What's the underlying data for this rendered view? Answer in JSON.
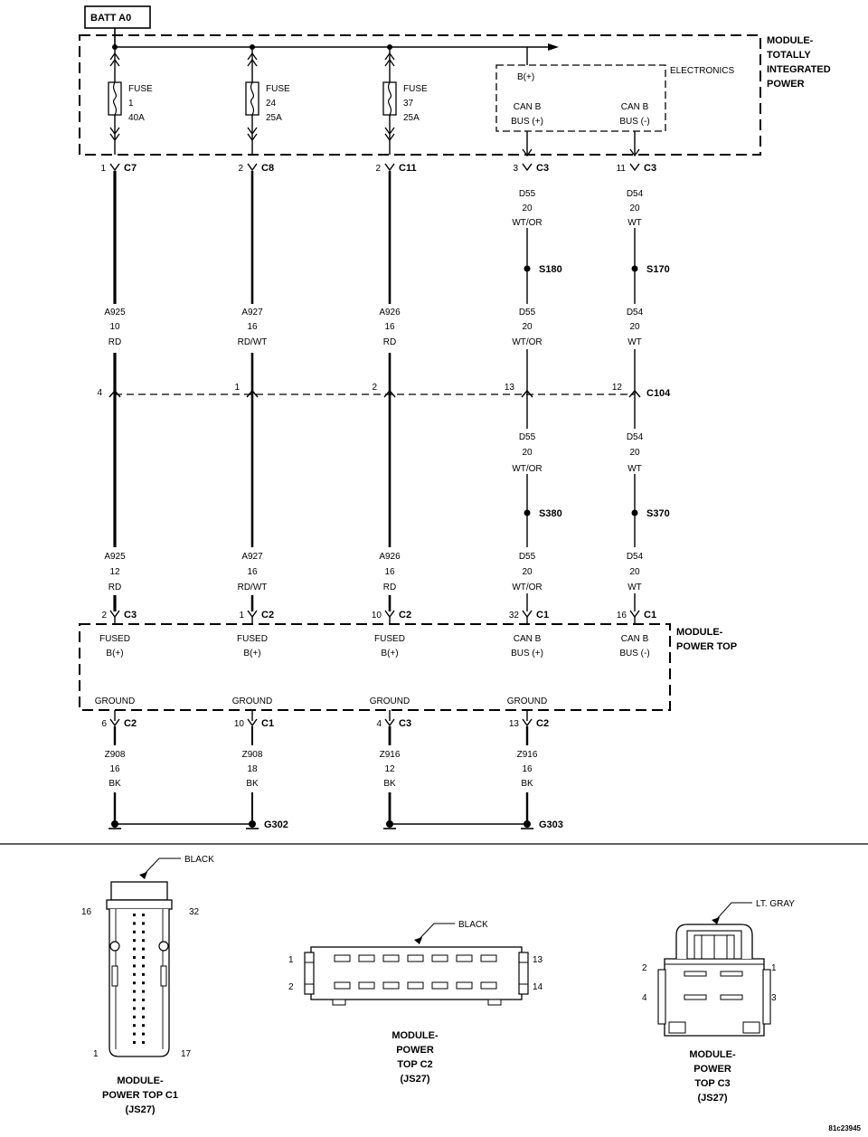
{
  "battery_label": "BATT A0",
  "tipm": {
    "name_lines": [
      "MODULE-",
      "TOTALLY",
      "INTEGRATED",
      "POWER"
    ],
    "electronics_label": "ELECTRONICS",
    "electronics_input": "B(+)",
    "fuse_word": "FUSE",
    "fuses": [
      {
        "number": "1",
        "rating": "40A"
      },
      {
        "number": "24",
        "rating": "25A"
      },
      {
        "number": "37",
        "rating": "25A"
      }
    ],
    "can_outputs": [
      {
        "line1": "CAN B",
        "line2": "BUS (+)"
      },
      {
        "line1": "CAN B",
        "line2": "BUS (-)"
      }
    ]
  },
  "tipm_connectors": [
    {
      "pin": "1",
      "name": "C7"
    },
    {
      "pin": "2",
      "name": "C8"
    },
    {
      "pin": "2",
      "name": "C11"
    },
    {
      "pin": "3",
      "name": "C3"
    },
    {
      "pin": "11",
      "name": "C3"
    }
  ],
  "wires_upper": [
    {
      "circuit": "A925",
      "gauge": "10",
      "color": "RD"
    },
    {
      "circuit": "A927",
      "gauge": "16",
      "color": "RD/WT"
    },
    {
      "circuit": "A926",
      "gauge": "16",
      "color": "RD"
    },
    {
      "circuit": "D55",
      "gauge": "20",
      "color": "WT/OR"
    },
    {
      "circuit": "D54",
      "gauge": "20",
      "color": "WT"
    }
  ],
  "can_top_wires": [
    {
      "circuit": "D55",
      "gauge": "20",
      "color": "WT/OR"
    },
    {
      "circuit": "D54",
      "gauge": "20",
      "color": "WT"
    }
  ],
  "splices_upper": [
    "S180",
    "S170"
  ],
  "splices_lower": [
    "S380",
    "S370"
  ],
  "c104": {
    "name": "C104",
    "pins": [
      "4",
      "1",
      "2",
      "13",
      "12"
    ]
  },
  "can_mid_wires": [
    {
      "circuit": "D55",
      "gauge": "20",
      "color": "WT/OR"
    },
    {
      "circuit": "D54",
      "gauge": "20",
      "color": "WT"
    }
  ],
  "wires_lower": [
    {
      "circuit": "A925",
      "gauge": "12",
      "color": "RD"
    },
    {
      "circuit": "A927",
      "gauge": "16",
      "color": "RD/WT"
    },
    {
      "circuit": "A926",
      "gauge": "16",
      "color": "RD"
    },
    {
      "circuit": "D55",
      "gauge": "20",
      "color": "WT/OR"
    },
    {
      "circuit": "D54",
      "gauge": "20",
      "color": "WT"
    }
  ],
  "power_top_connectors": [
    {
      "pin": "2",
      "name": "C3"
    },
    {
      "pin": "1",
      "name": "C2"
    },
    {
      "pin": "10",
      "name": "C2"
    },
    {
      "pin": "32",
      "name": "C1"
    },
    {
      "pin": "16",
      "name": "C1"
    }
  ],
  "power_top": {
    "name_lines": [
      "MODULE-",
      "POWER TOP"
    ],
    "inputs": [
      {
        "line1": "FUSED",
        "line2": "B(+)"
      },
      {
        "line1": "FUSED",
        "line2": "B(+)"
      },
      {
        "line1": "FUSED",
        "line2": "B(+)"
      },
      {
        "line1": "CAN B",
        "line2": "BUS (+)"
      },
      {
        "line1": "CAN B",
        "line2": "BUS (-)"
      }
    ],
    "ground_label": "GROUND"
  },
  "ground_connectors": [
    {
      "pin": "6",
      "name": "C2"
    },
    {
      "pin": "10",
      "name": "C1"
    },
    {
      "pin": "4",
      "name": "C3"
    },
    {
      "pin": "13",
      "name": "C2"
    }
  ],
  "ground_wires": [
    {
      "circuit": "Z908",
      "gauge": "16",
      "color": "BK"
    },
    {
      "circuit": "Z908",
      "gauge": "18",
      "color": "BK"
    },
    {
      "circuit": "Z916",
      "gauge": "12",
      "color": "BK"
    },
    {
      "circuit": "Z916",
      "gauge": "16",
      "color": "BK"
    }
  ],
  "grounds": [
    "G302",
    "G303"
  ],
  "connector_views": {
    "c1": {
      "color_label": "BLACK",
      "pins": [
        "16",
        "32",
        "1",
        "17"
      ],
      "title_lines": [
        "MODULE-",
        "POWER TOP C1",
        "(JS27)"
      ]
    },
    "c2": {
      "color_label": "BLACK",
      "pins": [
        "1",
        "2",
        "13",
        "14"
      ],
      "title_lines": [
        "MODULE-",
        "POWER",
        "TOP C2",
        "(JS27)"
      ]
    },
    "c3": {
      "color_label": "LT. GRAY",
      "pins": [
        "2",
        "1",
        "4",
        "3"
      ],
      "title_lines": [
        "MODULE-",
        "POWER",
        "TOP C3",
        "(JS27)"
      ]
    }
  },
  "figure_code": "81c23945"
}
